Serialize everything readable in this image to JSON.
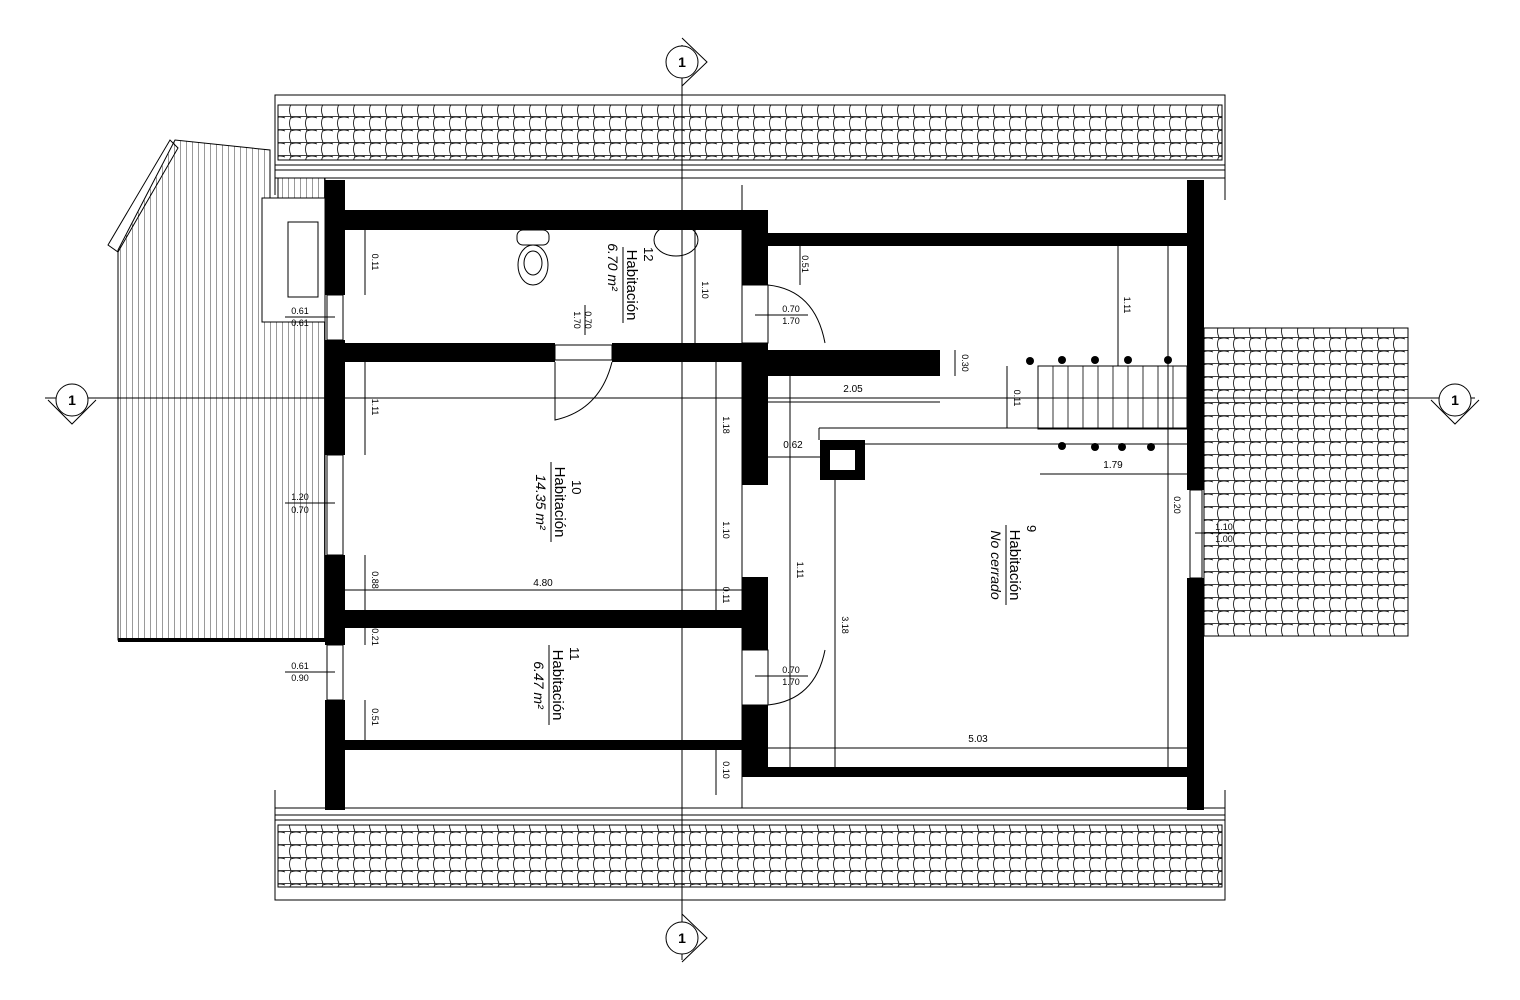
{
  "plan": {
    "axis_label": "1",
    "rooms": [
      {
        "number": "12",
        "name": "Habitación",
        "area": "6.70 m²"
      },
      {
        "number": "10",
        "name": "Habitación",
        "area": "14.35 m²"
      },
      {
        "number": "11",
        "name": "Habitación",
        "area": "6.47 m²"
      },
      {
        "number": "9",
        "name": "Habitación",
        "area": "No cerrado"
      }
    ],
    "openings": {
      "win_left_top": [
        "0.61",
        "0.61"
      ],
      "win_left_mid": [
        "1.20",
        "0.70"
      ],
      "win_left_bot": [
        "0.61",
        "0.90"
      ],
      "door_12": [
        "0.70",
        "1.70"
      ],
      "door_top_right": [
        "0.70",
        "1.70"
      ],
      "door_bot_right": [
        "0.70",
        "1.70"
      ],
      "win_right": [
        "1.10",
        "1.00"
      ]
    },
    "dims": {
      "d_011_top": "0.11",
      "d_110_r12": "1.10",
      "d_111_r10": "1.11",
      "d_118": "1.18",
      "d_110_r10": "1.10",
      "d_088": "0.88",
      "d_011_r10": "0.11",
      "d_480": "4.80",
      "d_021": "0.21",
      "d_051_r11": "0.51",
      "d_010": "0.10",
      "d_051_r9": "0.51",
      "d_111_r9": "1.11",
      "d_030": "0.30",
      "d_205": "2.05",
      "d_011_stair": "0.11",
      "d_062": "0.62",
      "d_179": "1.79",
      "d_020": "0.20",
      "d_111_left": "1.11",
      "d_318": "3.18",
      "d_503": "5.03"
    }
  }
}
